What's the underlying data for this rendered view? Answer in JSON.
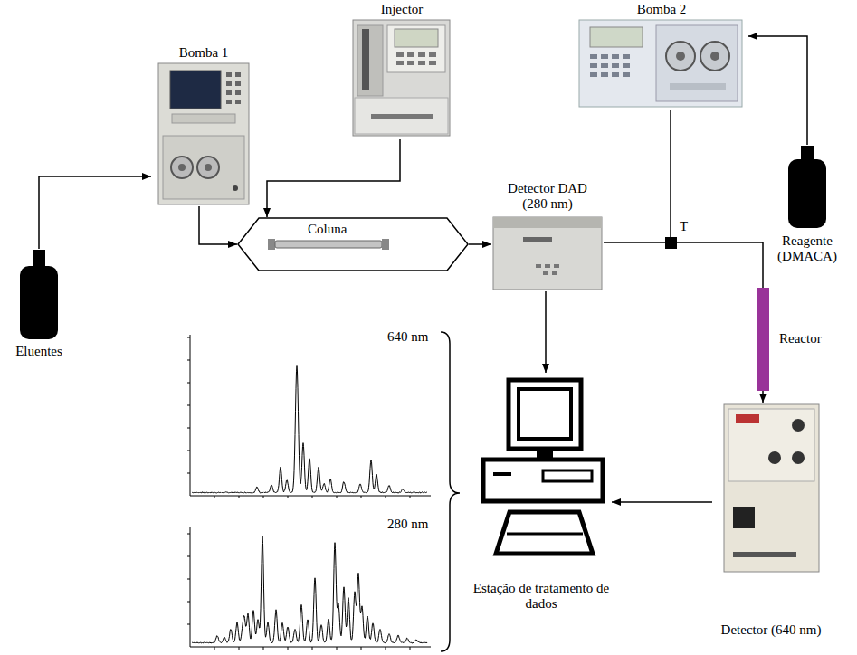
{
  "diagram": {
    "nodes": [
      {
        "text": [
          "Injector"
        ]
      },
      {
        "text": [
          "Bomba 2"
        ]
      },
      {
        "text": [
          "Bomba 1"
        ]
      },
      {
        "text": [
          "Coluna"
        ]
      },
      {
        "text": [
          "Detector DAD (280 nm)"
        ]
      },
      {
        "text": [
          "T"
        ]
      },
      {
        "text": [
          "Reagente (DMACA)"
        ]
      },
      {
        "text": [
          "Reactor"
        ]
      },
      {
        "text": [
          "Eluentes"
        ]
      },
      {
        "text": [
          "Estação de tratamento de dados"
        ]
      },
      {
        "text": [
          "Detector (640 nm)"
        ]
      }
    ],
    "edges": [
      {
        "from": 8,
        "to": 2,
        "arrow": "to"
      },
      {
        "from": 0,
        "to": 3,
        "arrow": "to"
      },
      {
        "from": 2,
        "to": 3,
        "arrow": "to"
      },
      {
        "from": 3,
        "to": 4,
        "arrow": "to"
      },
      {
        "from": 4,
        "to": 5,
        "arrow": "none"
      },
      {
        "from": 1,
        "to": 5,
        "arrow": "none"
      },
      {
        "from": 6,
        "to": 1,
        "arrow": "to"
      },
      {
        "from": 5,
        "to": 7,
        "arrow": "none"
      },
      {
        "from": 7,
        "to": 10,
        "arrow": "to"
      },
      {
        "from": 4,
        "to": 9,
        "arrow": "to"
      },
      {
        "from": 10,
        "to": 9,
        "arrow": "to"
      }
    ],
    "labels": [
      "640 nm",
      "280 nm"
    ]
  }
}
